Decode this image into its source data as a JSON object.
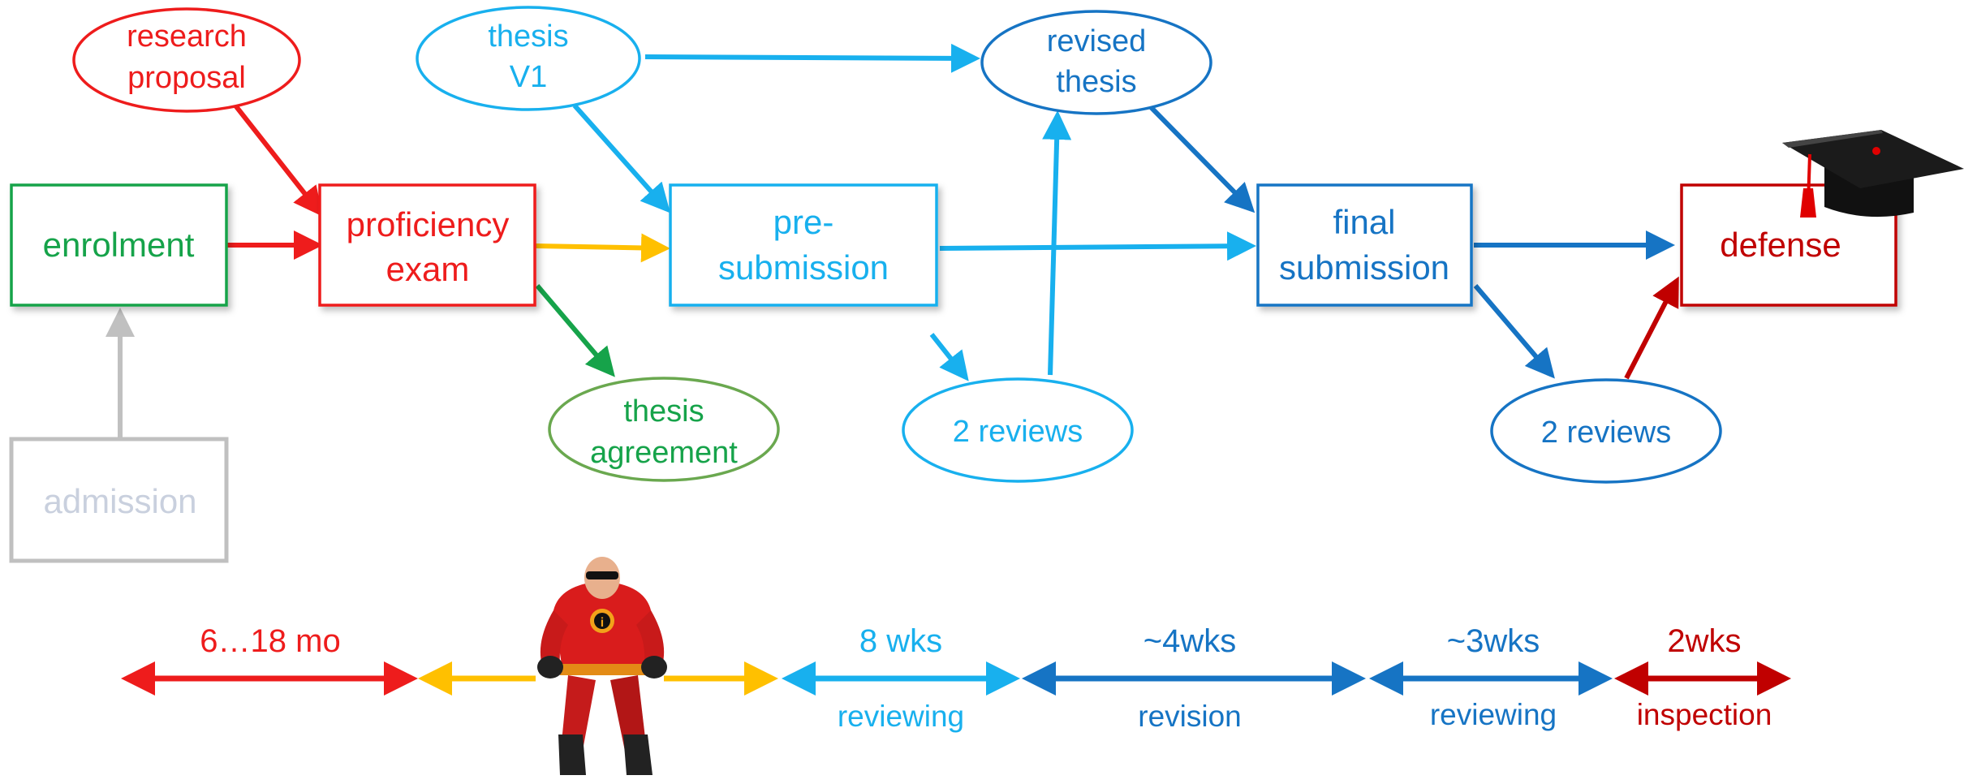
{
  "colors": {
    "red": "#ee1c1c",
    "dark_red": "#c00000",
    "green": "#16a34a",
    "light_green": "#6aa84f",
    "gray": "#c0c0c0",
    "gray_text": "#c9d0de",
    "light_blue": "#18b0ee",
    "blue": "#1674c4",
    "yellow": "#ffc000"
  },
  "nodes": {
    "research_proposal": [
      "research",
      "proposal"
    ],
    "thesis_v1": [
      "thesis",
      "V1"
    ],
    "revised_thesis": [
      "revised",
      "thesis"
    ],
    "enrolment": "enrolment",
    "proficiency_exam": [
      "proficiency",
      "exam"
    ],
    "pre_submission": [
      "pre-",
      "submission"
    ],
    "final_submission": [
      "final",
      "submission"
    ],
    "defense": "defense",
    "thesis_agreement": [
      "thesis",
      "agreement"
    ],
    "reviews_1": "2 reviews",
    "reviews_2": "2 reviews",
    "admission": "admission"
  },
  "timeline": {
    "phase_1": {
      "duration": "6…18 mo"
    },
    "phase_2": {
      "duration": "8 wks",
      "label": "reviewing"
    },
    "phase_3": {
      "duration": "~4wks",
      "label": "revision"
    },
    "phase_4": {
      "duration": "~3wks",
      "label": "reviewing"
    },
    "phase_5": {
      "duration": "2wks",
      "label": "inspection"
    }
  },
  "icons": {
    "graduation_cap": "graduation-cap-icon",
    "superhero": "superhero-figure"
  }
}
